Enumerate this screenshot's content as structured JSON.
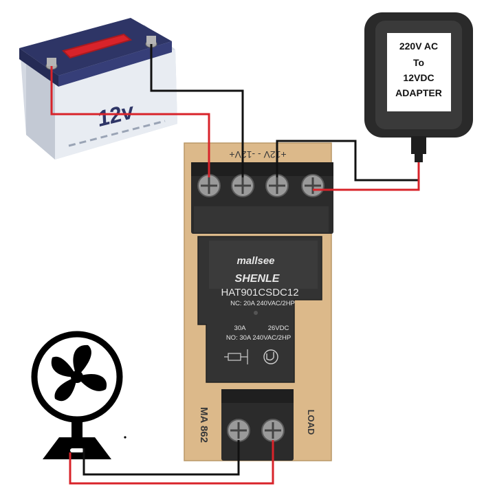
{
  "battery": {
    "label": "12v"
  },
  "adapter": {
    "lines": [
      "220V AC",
      "To",
      "12VDC",
      "ADAPTER"
    ]
  },
  "board": {
    "top_silkscreen": "+12V - -12V+",
    "side_label": "MA 862",
    "load_label": "LOAD"
  },
  "relay": {
    "brand": "mallsee",
    "model_brand": "SHENLE",
    "model": "HAT901CSDC12",
    "nc_rating": "NC: 20A   240VAC/2HP",
    "no_current": "30A",
    "coil_voltage": "26VDC",
    "no_rating": "NO: 30A   240VAC/2HP"
  },
  "colors": {
    "positive_wire": "#d8232a",
    "negative_wire": "#111111",
    "pcb": "#dcb98a",
    "terminal_block": "#2b2b2b",
    "relay_body": "#333333",
    "battery_case": "#e8ecf2",
    "battery_top": "#2e3566"
  },
  "icons": {
    "battery": "car-battery-icon",
    "adapter": "wall-adapter-icon",
    "fan": "fan-icon"
  }
}
